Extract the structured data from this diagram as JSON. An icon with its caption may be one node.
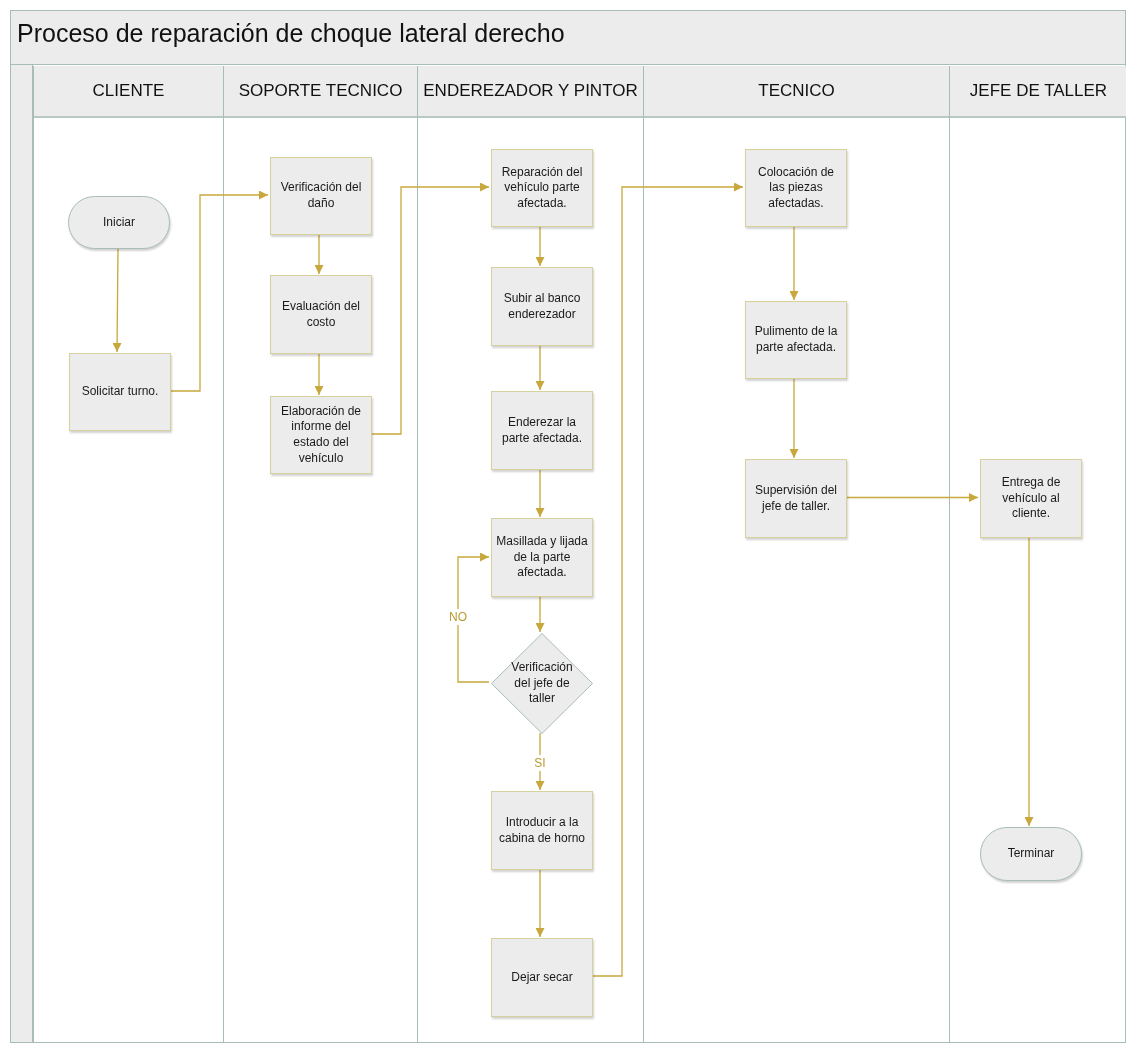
{
  "diagram": {
    "nodes": [
      {
        "text": [
          "Proceso de reparación de choque lateral derecho"
        ]
      },
      {
        "text": [
          "CLIENTE"
        ],
        "in": 0
      },
      {
        "text": [
          "SOPORTE TECNICO"
        ],
        "in": 0
      },
      {
        "text": [
          "ENDEREZADOR Y PINTOR"
        ],
        "in": 0
      },
      {
        "text": [
          "TECNICO"
        ],
        "in": 0
      },
      {
        "text": [
          "JEFE DE TALLER"
        ],
        "in": 0
      },
      {
        "text": [
          "Iniciar"
        ],
        "in": 1
      },
      {
        "text": [
          "Solicitar turno."
        ],
        "in": 1
      },
      {
        "text": [
          "Verificación del daño"
        ],
        "in": 2
      },
      {
        "text": [
          "Evaluación del costo"
        ],
        "in": 2
      },
      {
        "text": [
          "Elaboración de informe del estado del vehículo"
        ],
        "in": 2
      },
      {
        "text": [
          "Reparación del vehículo parte afectada."
        ],
        "in": 3
      },
      {
        "text": [
          "Subir al banco enderezador"
        ],
        "in": 3
      },
      {
        "text": [
          "Enderezar la parte afectada."
        ],
        "in": 3
      },
      {
        "text": [
          "Masillada y lijada de la parte afectada."
        ],
        "in": 3
      },
      {
        "text": [
          "Verificación del jefe de taller"
        ],
        "in": 3
      },
      {
        "text": [
          "Introducir a la cabina de horno"
        ],
        "in": 3
      },
      {
        "text": [
          "Dejar secar"
        ],
        "in": 3
      },
      {
        "text": [
          "Colocación de las piezas afectadas."
        ],
        "in": 4
      },
      {
        "text": [
          "Pulimento de la parte afectada."
        ],
        "in": 4
      },
      {
        "text": [
          "Supervisión del jefe de taller."
        ],
        "in": 4
      },
      {
        "text": [
          "Entrega de vehículo al cliente."
        ],
        "in": 5
      },
      {
        "text": [
          "Terminar"
        ],
        "in": 5
      }
    ],
    "edges": [
      {
        "from": 6,
        "to": 7,
        "arrow": "to"
      },
      {
        "from": 7,
        "to": 8,
        "arrow": "to"
      },
      {
        "from": 8,
        "to": 9,
        "arrow": "to"
      },
      {
        "from": 9,
        "to": 10,
        "arrow": "to"
      },
      {
        "from": 10,
        "to": 11,
        "arrow": "to"
      },
      {
        "from": 11,
        "to": 12,
        "arrow": "to"
      },
      {
        "from": 12,
        "to": 13,
        "arrow": "to"
      },
      {
        "from": 13,
        "to": 14,
        "arrow": "to"
      },
      {
        "from": 14,
        "to": 15,
        "arrow": "to"
      },
      {
        "from": 15,
        "to": 14,
        "arrow": "to",
        "label": "NO"
      },
      {
        "from": 15,
        "to": 16,
        "arrow": "to",
        "label": "SI"
      },
      {
        "from": 16,
        "to": 17,
        "arrow": "to"
      },
      {
        "from": 17,
        "to": 18,
        "arrow": "to"
      },
      {
        "from": 18,
        "to": 19,
        "arrow": "to"
      },
      {
        "from": 19,
        "to": 20,
        "arrow": "to"
      },
      {
        "from": 20,
        "to": 21,
        "arrow": "to"
      },
      {
        "from": 21,
        "to": 22,
        "arrow": "to"
      }
    ]
  }
}
